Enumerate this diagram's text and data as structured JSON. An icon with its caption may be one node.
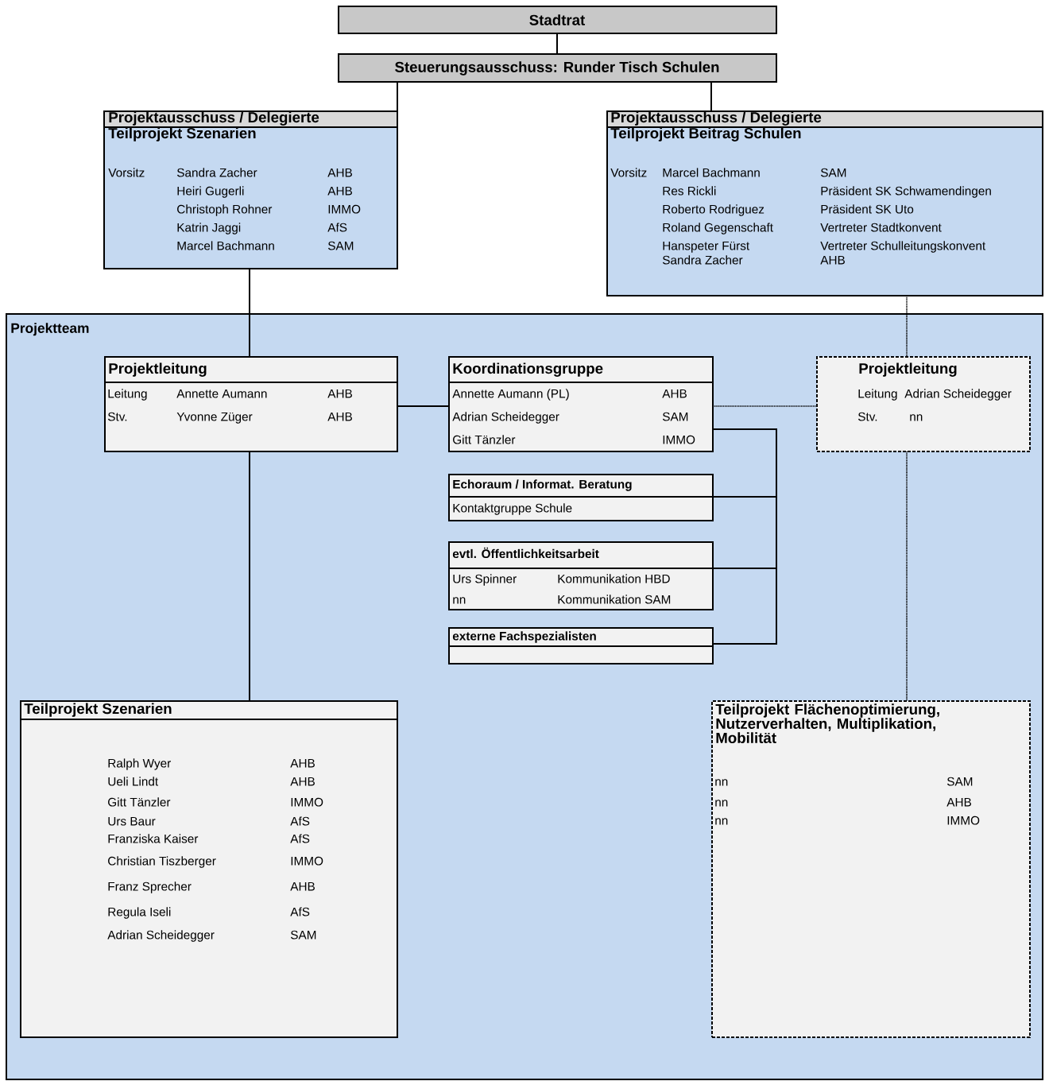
{
  "diagram": {
    "nodes": [
      {
        "text": [
          "Stadtrat"
        ]
      },
      {
        "text": [
          "Steuerungsausschuss: Runder Tisch Schulen"
        ]
      },
      {
        "text": [
          "Projektausschuss / Delegierte",
          "Teilprojekt Szenarien",
          "Vorsitz",
          "Sandra Zacher",
          "AHB",
          "Heiri Gugerli",
          "AHB",
          "Christoph Rohner",
          "IMMO",
          "Katrin Jaggi",
          "AfS",
          "Marcel Bachmann",
          "SAM"
        ]
      },
      {
        "text": [
          "Projektausschuss / Delegierte",
          "Teilprojekt Beitrag Schulen",
          "Vorsitz",
          "Marcel Bachmann",
          "SAM",
          "Res Rickli",
          "Präsident SK Schwamendingen",
          "Roberto Rodriguez",
          "Präsident SK Uto",
          "Roland Gegenschaft",
          "Vertreter Stadtkonvent",
          "Hanspeter Fürst",
          "Vertreter Schulleitungskonvent",
          "Sandra Zacher",
          "AHB"
        ]
      },
      {
        "text": [
          "Projektteam"
        ]
      },
      {
        "text": [
          "Projektleitung",
          "Leitung",
          "Annette Aumann",
          "AHB",
          "Stv.",
          "Yvonne Züger",
          "AHB"
        ],
        "in": 4
      },
      {
        "text": [
          "Koordinationsgruppe",
          "Annette Aumann (PL)",
          "AHB",
          "Adrian Scheidegger",
          "SAM",
          "Gitt Tänzler",
          "IMMO"
        ],
        "in": 4
      },
      {
        "text": [
          "Projektleitung",
          "Leitung",
          "Adrian Scheidegger",
          "Stv.",
          "nn"
        ],
        "in": 4
      },
      {
        "text": [
          "Echoraum / Informat. Beratung",
          "Kontaktgruppe Schule"
        ],
        "in": 4
      },
      {
        "text": [
          "evtl. Öffentlichkeitsarbeit",
          "Urs Spinner",
          "Kommunikation HBD",
          "nn",
          "Kommunikation SAM"
        ],
        "in": 4
      },
      {
        "text": [
          "externe Fachspezialisten"
        ],
        "in": 4
      },
      {
        "text": [
          "Teilprojekt Szenarien",
          "Ralph Wyer",
          "AHB",
          "Ueli Lindt",
          "AHB",
          "Gitt Tänzler",
          "IMMO",
          "Urs Baur",
          "AfS",
          "Franziska Kaiser",
          "AfS",
          "Christian Tiszberger",
          "IMMO",
          "Franz Sprecher",
          "AHB",
          "Regula Iseli",
          "AfS",
          "Adrian Scheidegger",
          "SAM"
        ],
        "in": 4
      },
      {
        "text": [
          "Teilprojekt Flächenoptimierung, Nutzerverhalten, Multiplikation, Mobilität",
          "nn",
          "SAM",
          "nn",
          "AHB",
          "nn",
          "IMMO"
        ],
        "in": 4
      }
    ],
    "edges": [
      {
        "from": 0,
        "to": 1,
        "arrow": "none"
      },
      {
        "from": 1,
        "to": 2,
        "arrow": "none"
      },
      {
        "from": 1,
        "to": 3,
        "arrow": "none"
      },
      {
        "from": 2,
        "to": 5,
        "arrow": "none"
      },
      {
        "from": 3,
        "to": 7,
        "arrow": "none",
        "style": "dashed"
      },
      {
        "from": 5,
        "to": 6,
        "arrow": "none"
      },
      {
        "from": 6,
        "to": 7,
        "arrow": "none",
        "style": "dashed"
      },
      {
        "from": 6,
        "to": 8,
        "arrow": "none"
      },
      {
        "from": 6,
        "to": 9,
        "arrow": "none"
      },
      {
        "from": 6,
        "to": 10,
        "arrow": "none"
      },
      {
        "from": 5,
        "to": 11,
        "arrow": "none"
      },
      {
        "from": 7,
        "to": 12,
        "arrow": "none",
        "style": "dashed"
      }
    ]
  }
}
